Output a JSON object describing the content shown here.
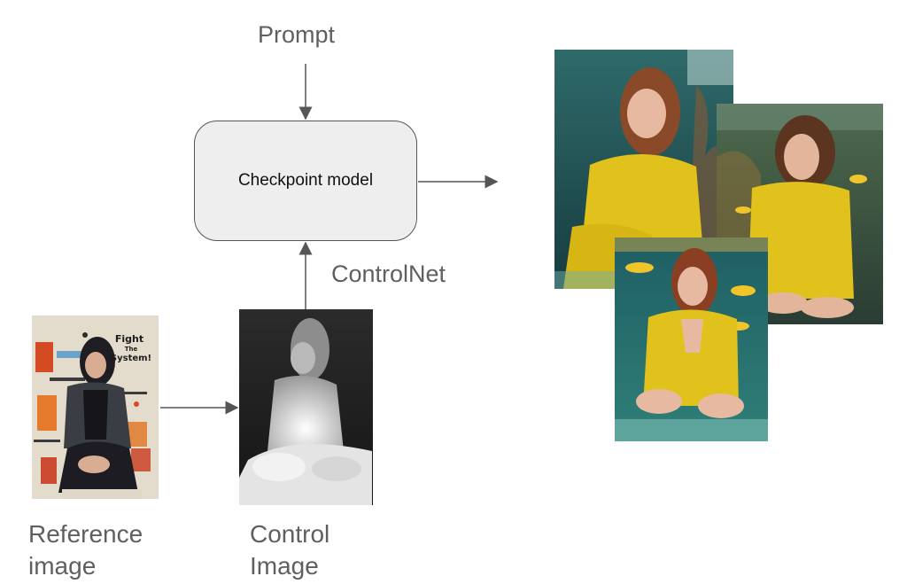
{
  "labels": {
    "prompt": "Prompt",
    "checkpoint_model": "Checkpoint model",
    "controlnet": "ControlNet",
    "reference_image": "Reference image",
    "control_image": "Control Image"
  },
  "reference_poster_text": [
    "Fight",
    "The",
    "System!"
  ],
  "colors": {
    "text": "#5f5f5f",
    "box_fill": "#eeeeee",
    "box_border": "#555555",
    "arrow": "#555555",
    "underwater": "#1f5e63",
    "outfit_yellow": "#e1c21c"
  }
}
